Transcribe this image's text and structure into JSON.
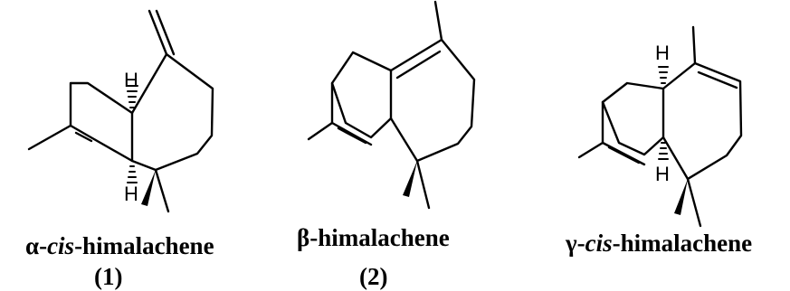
{
  "compounds": [
    {
      "greek": "α-",
      "italic": "cis",
      "suffix": "-himalachene",
      "number": "(1)",
      "h_top": "H",
      "h_bottom": "H"
    },
    {
      "greek": "β-himalachene",
      "italic": "",
      "suffix": "",
      "number": "(2)"
    },
    {
      "greek": "γ-",
      "italic": "cis",
      "suffix": "-himalachene",
      "h_top": "H",
      "h_bottom": "H"
    }
  ]
}
